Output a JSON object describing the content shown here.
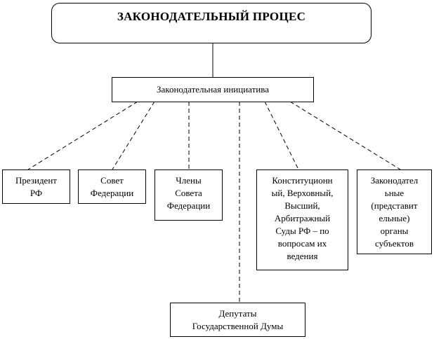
{
  "title": "ЗАКОНОДАТЕЛЬНЫЙ  ПРОЦЕС",
  "initiative": "Законодательная инициатива",
  "subjects": [
    {
      "lines": [
        "Президент",
        "РФ"
      ]
    },
    {
      "lines": [
        "Совет",
        "Федерации"
      ]
    },
    {
      "lines": [
        "Члены",
        "Совета",
        "Федерации"
      ]
    },
    {
      "lines": [
        "Конституционн",
        "ый, Верховный,",
        "Высший,",
        "Арбитражный",
        "Суды РФ – по",
        "вопросам их",
        "ведения"
      ]
    },
    {
      "lines": [
        "Законодател",
        "ьные",
        "(представит",
        "ельные)",
        "органы",
        "субъектов"
      ]
    },
    {
      "lines": [
        "Депутаты",
        "Государственной Думы"
      ]
    }
  ]
}
